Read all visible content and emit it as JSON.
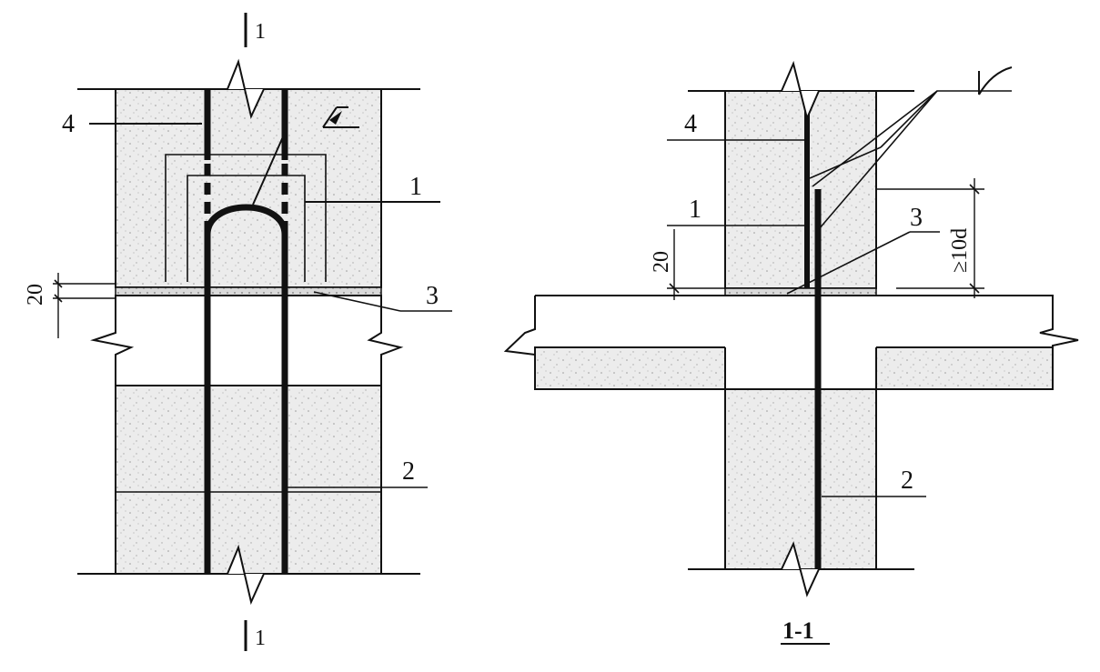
{
  "left_view": {
    "section_mark_top": "1",
    "section_mark_bottom": "1",
    "callouts": {
      "c1": "1",
      "c2": "2",
      "c3": "3",
      "c4": "4"
    },
    "dim_joint": "20"
  },
  "right_view": {
    "title": "1-1",
    "callouts": {
      "c1": "1",
      "c2": "2",
      "c3": "3",
      "c4": "4"
    },
    "dim_joint": "20",
    "dim_lap": "≥10d"
  },
  "colors": {
    "line": "#111111",
    "block_fill": "#ebebeb",
    "mortar_fill": "#d4d4d4"
  }
}
